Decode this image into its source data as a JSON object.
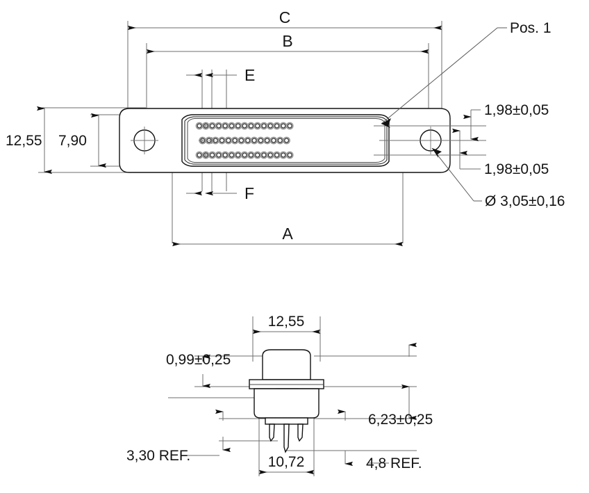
{
  "drawing": {
    "title": "D-Sub High-Density Connector Dimensional Drawing",
    "units": "mm",
    "decimal_separator": "comma"
  },
  "top_view": {
    "name": "front-face-view",
    "dimensions": {
      "c": "C",
      "b": "B",
      "a": "A",
      "e": "E",
      "f": "F",
      "height_overall": "12,55",
      "height_inner": "7,90",
      "pitch_upper": "1,98±0,05",
      "pitch_lower": "1,98±0,05",
      "mounting_hole_dia": "Ø 3,05±0,16"
    },
    "callouts": {
      "pos1": "Pos. 1"
    },
    "pin_field": {
      "rows": [
        {
          "count": 15,
          "offset": 0
        },
        {
          "count": 14,
          "offset": 1
        },
        {
          "count": 15,
          "offset": 0
        }
      ],
      "total_pins": 44,
      "pitch_x": 9.3,
      "pitch_y": 15.5
    }
  },
  "side_view": {
    "name": "side-profile-view",
    "dimensions": {
      "flange_width": "12,55",
      "shell_width": "10,72",
      "flange_thickness": "0,99±0,25",
      "body_depth": "6,23±0,25",
      "pin_length_ref": "3,30 REF.",
      "pin_tail_ref": "4,8 REF."
    }
  },
  "colors": {
    "line": "#111111",
    "dimension_line": "#6e6e6e",
    "text": "#141414",
    "shade": "#d9d9d9",
    "background": "#ffffff"
  }
}
